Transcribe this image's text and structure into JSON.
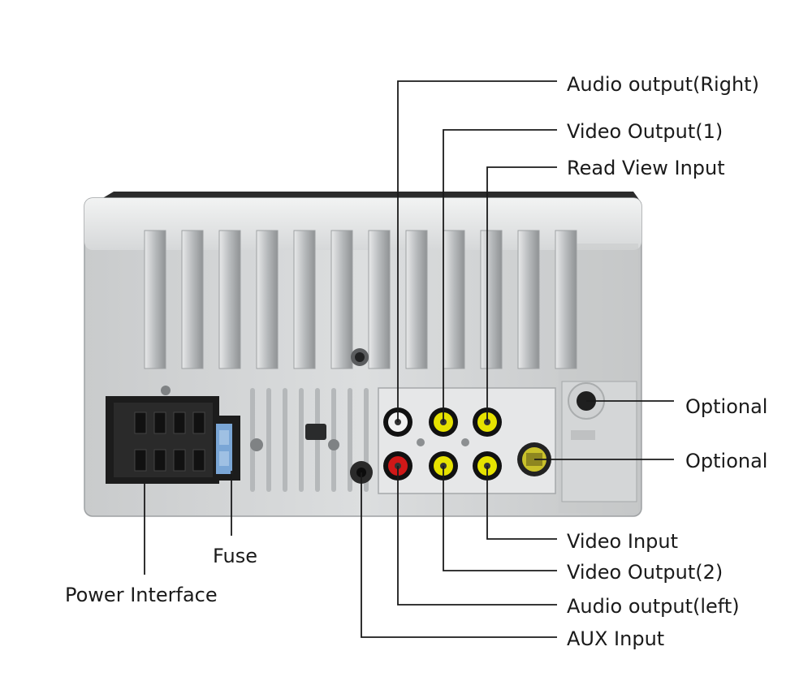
{
  "labels": {
    "audio_output_right": "Audio output(Right)",
    "video_output_1": "Video Output(1)",
    "read_view_input": "Read View Input",
    "optional_top": "Optional",
    "optional_bottom": "Optional",
    "video_input": "Video Input",
    "video_output_2": "Video Output(2)",
    "audio_output_left": "Audio output(left)",
    "aux_input": "AUX Input",
    "fuse": "Fuse",
    "power_interface": "Power Interface"
  },
  "colors": {
    "body": "#d9dbdc",
    "body_dark": "#b9bcbe",
    "connector": "#1c1c1c",
    "rca_yellow": "#e6e200",
    "rca_red": "#d01818",
    "rca_white": "#f2f2f2",
    "leader_line": "#1a1a1a",
    "fuse_blue": "#7aa6d6"
  }
}
